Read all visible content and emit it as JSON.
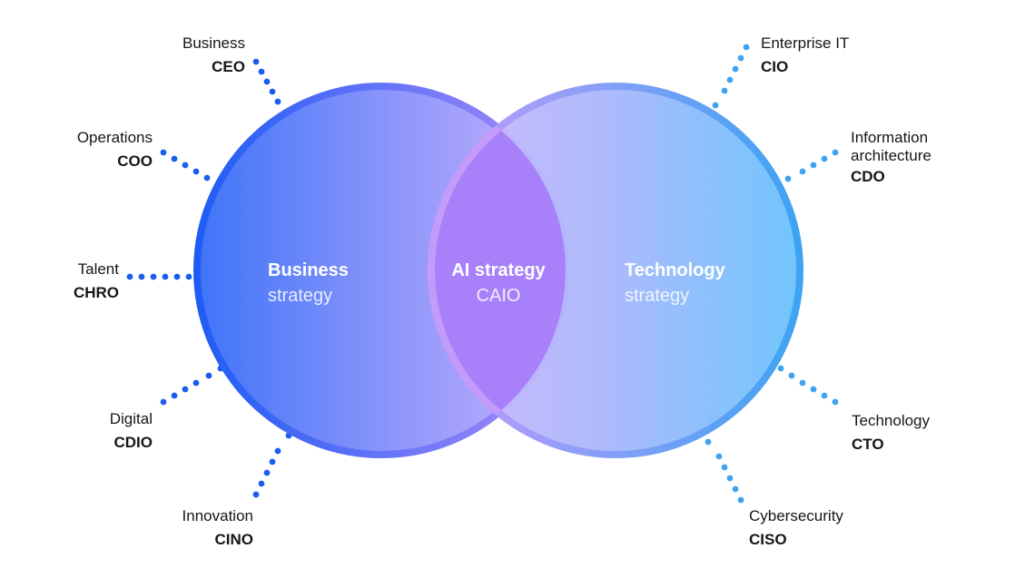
{
  "colors": {
    "business_dark": "#1f5cf5",
    "business_light": "#a78bfa",
    "tech_light": "#c4b5fd",
    "tech_dark": "#4aa8f7",
    "overlap": "#a78bfa",
    "dot_left": "#1a5cf0",
    "dot_right": "#3ea3f2"
  },
  "circles": {
    "business": {
      "title": "Business",
      "subtitle": "strategy"
    },
    "technology": {
      "title": "Technology",
      "subtitle": "strategy"
    },
    "overlap": {
      "title": "AI strategy",
      "subtitle": "CAIO"
    }
  },
  "roles_left": [
    {
      "area": "Business",
      "abbr": "CEO"
    },
    {
      "area": "Operations",
      "abbr": "COO"
    },
    {
      "area": "Talent",
      "abbr": "CHRO"
    },
    {
      "area": "Digital",
      "abbr": "CDIO"
    },
    {
      "area": "Innovation",
      "abbr": "CINO"
    }
  ],
  "roles_right": [
    {
      "area": "Enterprise IT",
      "abbr": "CIO"
    },
    {
      "area_line1": "Information",
      "area_line2": "architecture",
      "abbr": "CDO"
    },
    {
      "area": "Technology",
      "abbr": "CTO"
    },
    {
      "area": "Cybersecurity",
      "abbr": "CISO"
    }
  ]
}
